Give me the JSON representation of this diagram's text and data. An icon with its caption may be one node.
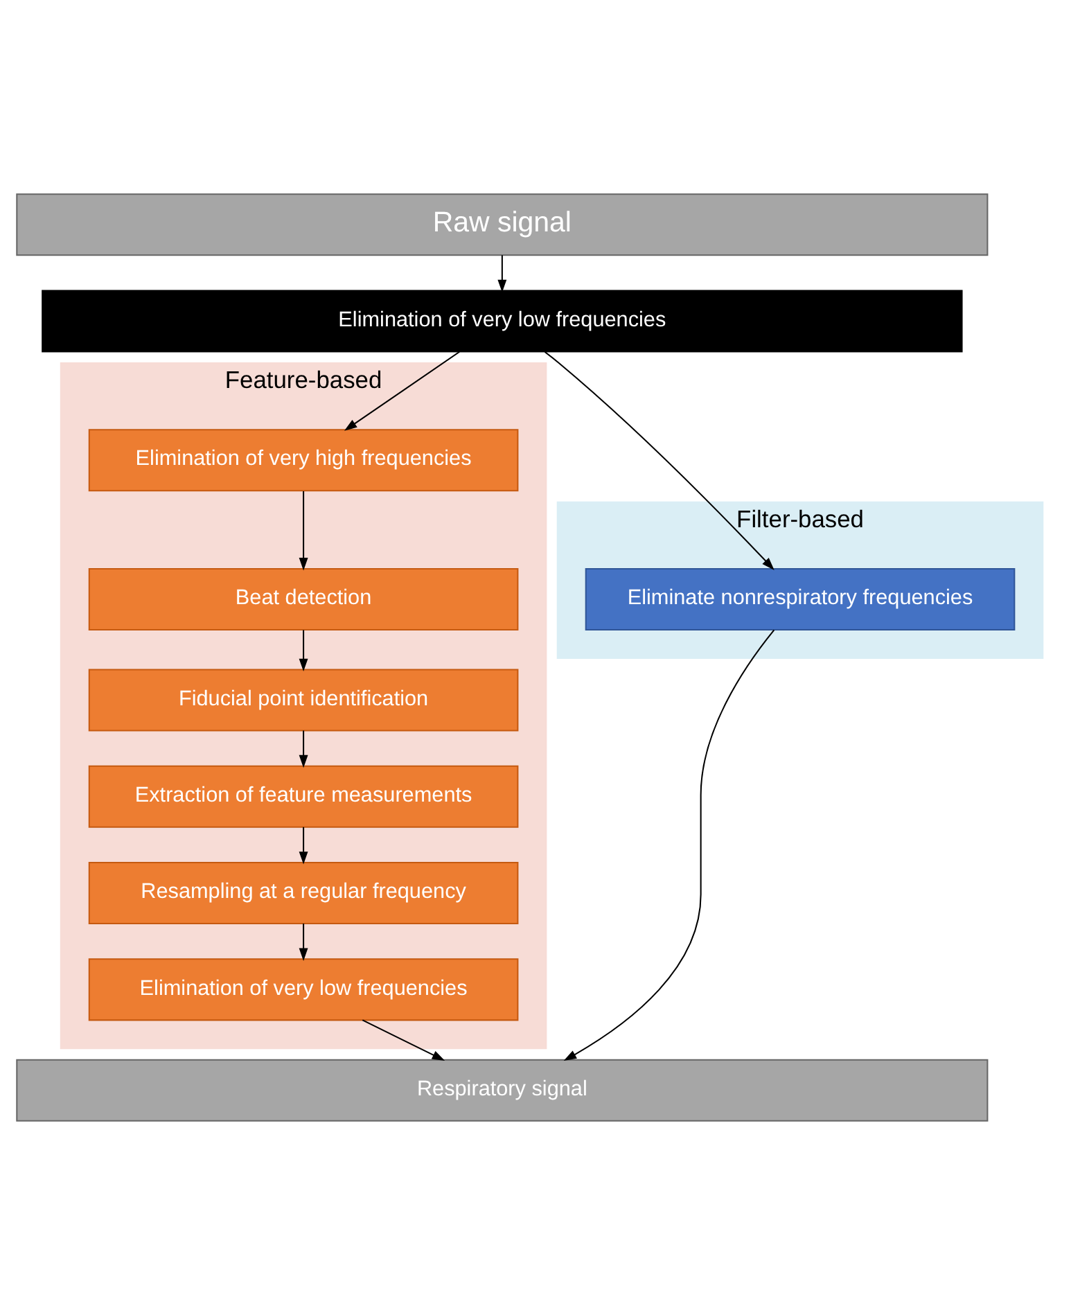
{
  "diagram": {
    "nodes": [
      {
        "text": [
          "Raw signal"
        ]
      },
      {
        "text": [
          "Feature-based"
        ]
      },
      {
        "text": [
          "Filter-based"
        ]
      },
      {
        "text": [
          "Elimination of very low frequencies"
        ]
      },
      {
        "text": [
          "Elimination of very high frequencies"
        ],
        "in": 1
      },
      {
        "text": [
          "Beat detection"
        ],
        "in": 1
      },
      {
        "text": [
          "Fiducial point identification"
        ],
        "in": 1
      },
      {
        "text": [
          "Extraction of feature measurements"
        ],
        "in": 1
      },
      {
        "text": [
          "Resampling at a regular frequency"
        ],
        "in": 1
      },
      {
        "text": [
          "Elimination of very low frequencies"
        ],
        "in": 1
      },
      {
        "text": [
          "Eliminate nonrespiratory frequencies"
        ],
        "in": 2
      },
      {
        "text": [
          "Respiratory signal"
        ]
      }
    ],
    "edges": [
      {
        "from": 0,
        "to": 3,
        "arrow": "to"
      },
      {
        "from": 3,
        "to": 4,
        "arrow": "to"
      },
      {
        "from": 4,
        "to": 5,
        "arrow": "to"
      },
      {
        "from": 5,
        "to": 6,
        "arrow": "to"
      },
      {
        "from": 6,
        "to": 7,
        "arrow": "to"
      },
      {
        "from": 7,
        "to": 8,
        "arrow": "to"
      },
      {
        "from": 8,
        "to": 9,
        "arrow": "to"
      },
      {
        "from": 9,
        "to": 11,
        "arrow": "to"
      },
      {
        "from": 3,
        "to": 10,
        "arrow": "to"
      },
      {
        "from": 10,
        "to": 11,
        "arrow": "to"
      }
    ]
  }
}
